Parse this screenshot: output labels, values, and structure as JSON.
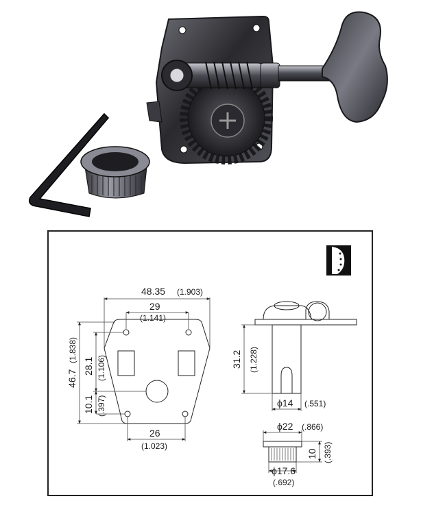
{
  "product_photo": {
    "items": [
      "tuning-machine",
      "allen-key",
      "bushing"
    ]
  },
  "drawing": {
    "plate_width": "48.35",
    "plate_width_in": "(1.903)",
    "hole_spacing_top": "29",
    "hole_spacing_top_in": "(1.141)",
    "plate_height": "46.7",
    "plate_height_in": "(1.838)",
    "hole_vertical": "28.1",
    "hole_vertical_in": "(1.106)",
    "post_offset": "10.1",
    "post_offset_in": "(.397)",
    "hole_spacing_bottom": "26",
    "hole_spacing_bottom_in": "(1.023)",
    "post_length": "31.2",
    "post_length_in": "(1.228)",
    "post_diameter": "ϕ14",
    "post_diameter_in": "(.551)",
    "bushing_diameter": "ϕ22",
    "bushing_diameter_in": "(.866)",
    "bushing_height": "10",
    "bushing_height_in": "(.393)",
    "bushing_base_diameter": "ϕ17.6",
    "bushing_base_diameter_in": "(.692)"
  },
  "colors": {
    "metal_dark": "#2b2b2e",
    "metal_mid": "#5a5a60",
    "metal_light": "#b8b8c0",
    "line": "#222222"
  },
  "icons": [
    "headstock-icon"
  ]
}
